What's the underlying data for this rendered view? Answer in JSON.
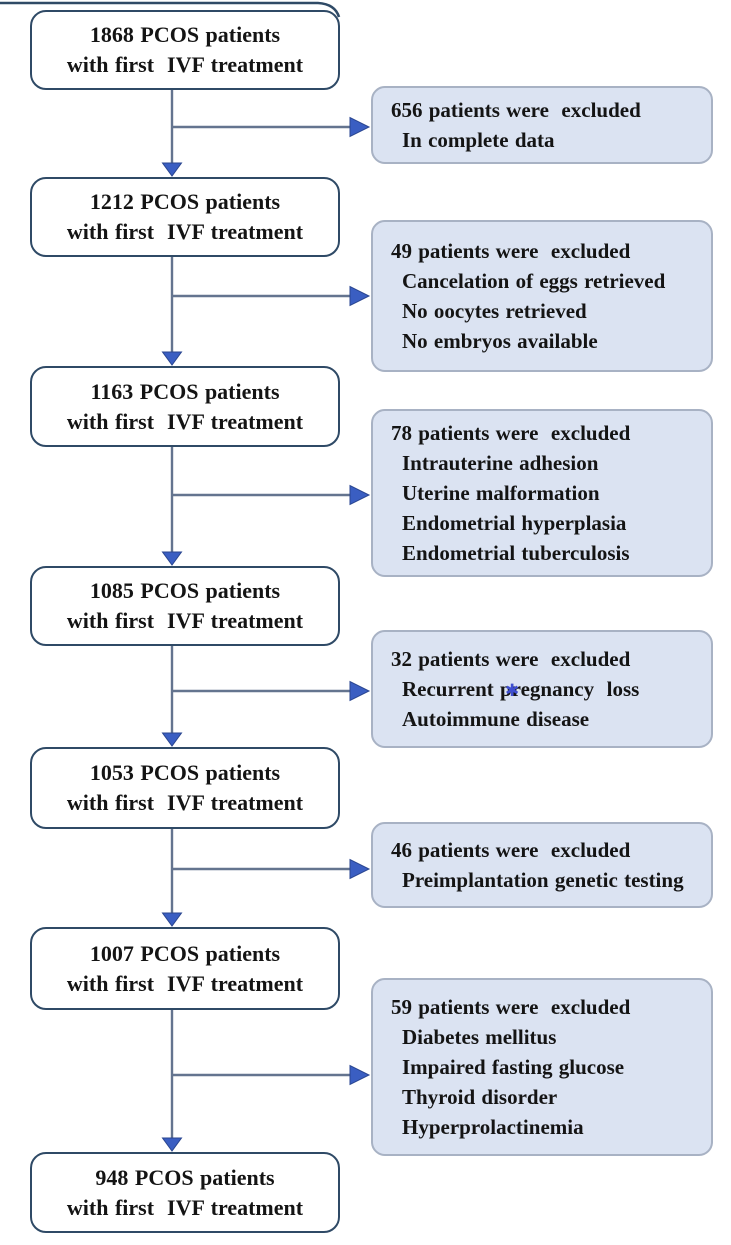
{
  "colors": {
    "main_box_border": "#2f4a66",
    "main_box_fill": "#ffffff",
    "excl_box_fill": "#dbe3f2",
    "excl_box_border": "#a8b2c4",
    "connector_line": "#64748f",
    "arrow_fill": "#3a5ec2",
    "arrow_stroke": "#2a4690",
    "text": "#141414"
  },
  "diagram": {
    "main_boxes": [
      {
        "line1": "1868 PCOS patients",
        "line2": "with first  IVF treatment"
      },
      {
        "line1": "1212 PCOS patients",
        "line2": "with first  IVF treatment"
      },
      {
        "line1": "1163 PCOS patients",
        "line2": "with first  IVF treatment"
      },
      {
        "line1": "1085 PCOS patients",
        "line2": "with first  IVF treatment"
      },
      {
        "line1": "1053 PCOS patients",
        "line2": "with first  IVF treatment"
      },
      {
        "line1": "1007 PCOS patients",
        "line2": "with first  IVF treatment"
      },
      {
        "line1": "948 PCOS patients",
        "line2": "with first  IVF treatment"
      }
    ],
    "exclusion_boxes": [
      {
        "title": "656 patients were  excluded",
        "reasons": [
          "In complete data"
        ]
      },
      {
        "title": "49 patients were  excluded",
        "reasons": [
          "Cancelation of eggs retrieved",
          "No oocytes retrieved",
          "No embryos available"
        ]
      },
      {
        "title": "78 patients were  excluded",
        "reasons": [
          "Intrauterine adhesion",
          "Uterine malformation",
          "Endometrial hyperplasia",
          "Endometrial tuberculosis"
        ]
      },
      {
        "title": "32 patients were  excluded",
        "reasons": [
          "Recurrent pregnancy  loss",
          "Autoimmune disease"
        ]
      },
      {
        "title": "46 patients were  excluded",
        "reasons": [
          "Preimplantation genetic testing"
        ]
      },
      {
        "title": "59 patients were  excluded",
        "reasons": [
          "Diabetes mellitus",
          "Impaired fasting glucose",
          "Thyroid disorder",
          "Hyperprolactinemia"
        ]
      }
    ],
    "ink_artifact_glyph": "✱"
  }
}
